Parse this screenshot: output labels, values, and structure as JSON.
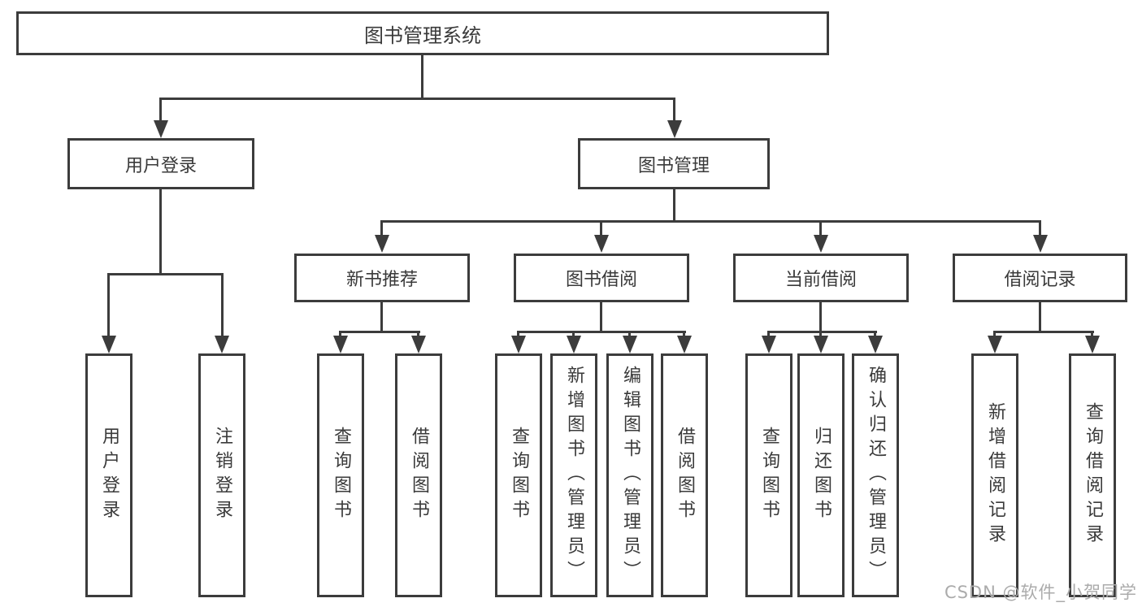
{
  "diagram": {
    "title": "图书管理系统",
    "watermark": "CSDN @软件_小贺同学",
    "colors": {
      "line": "#3c3c3c",
      "text": "#3a3a3a",
      "background": "#ffffff",
      "watermark": "#ababab"
    },
    "nodes": {
      "root": {
        "label": "图书管理系统"
      },
      "user_login": {
        "label": "用户登录"
      },
      "book_mgmt": {
        "label": "图书管理"
      },
      "new_book_rec": {
        "label": "新书推荐"
      },
      "book_borrow": {
        "label": "图书借阅"
      },
      "current_borrow": {
        "label": "当前借阅"
      },
      "borrow_records": {
        "label": "借阅记录"
      },
      "leaf_user_login": {
        "label": "用户登录"
      },
      "leaf_logout": {
        "label": "注销登录"
      },
      "rec_query_books": {
        "label": "查询图书"
      },
      "rec_borrow_books": {
        "label": "借阅图书"
      },
      "bb_query_books": {
        "label": "查询图书"
      },
      "bb_add_books": {
        "label": "新增图书（管理员）"
      },
      "bb_edit_books": {
        "label": "编辑图书（管理员）"
      },
      "bb_borrow_books": {
        "label": "借阅图书"
      },
      "cb_query_books": {
        "label": "查询图书"
      },
      "cb_return_books": {
        "label": "归还图书"
      },
      "cb_confirm_return": {
        "label": "确认归还（管理员）"
      },
      "br_add_record": {
        "label": "新增借阅记录"
      },
      "br_query_record": {
        "label": "查询借阅记录"
      }
    }
  }
}
